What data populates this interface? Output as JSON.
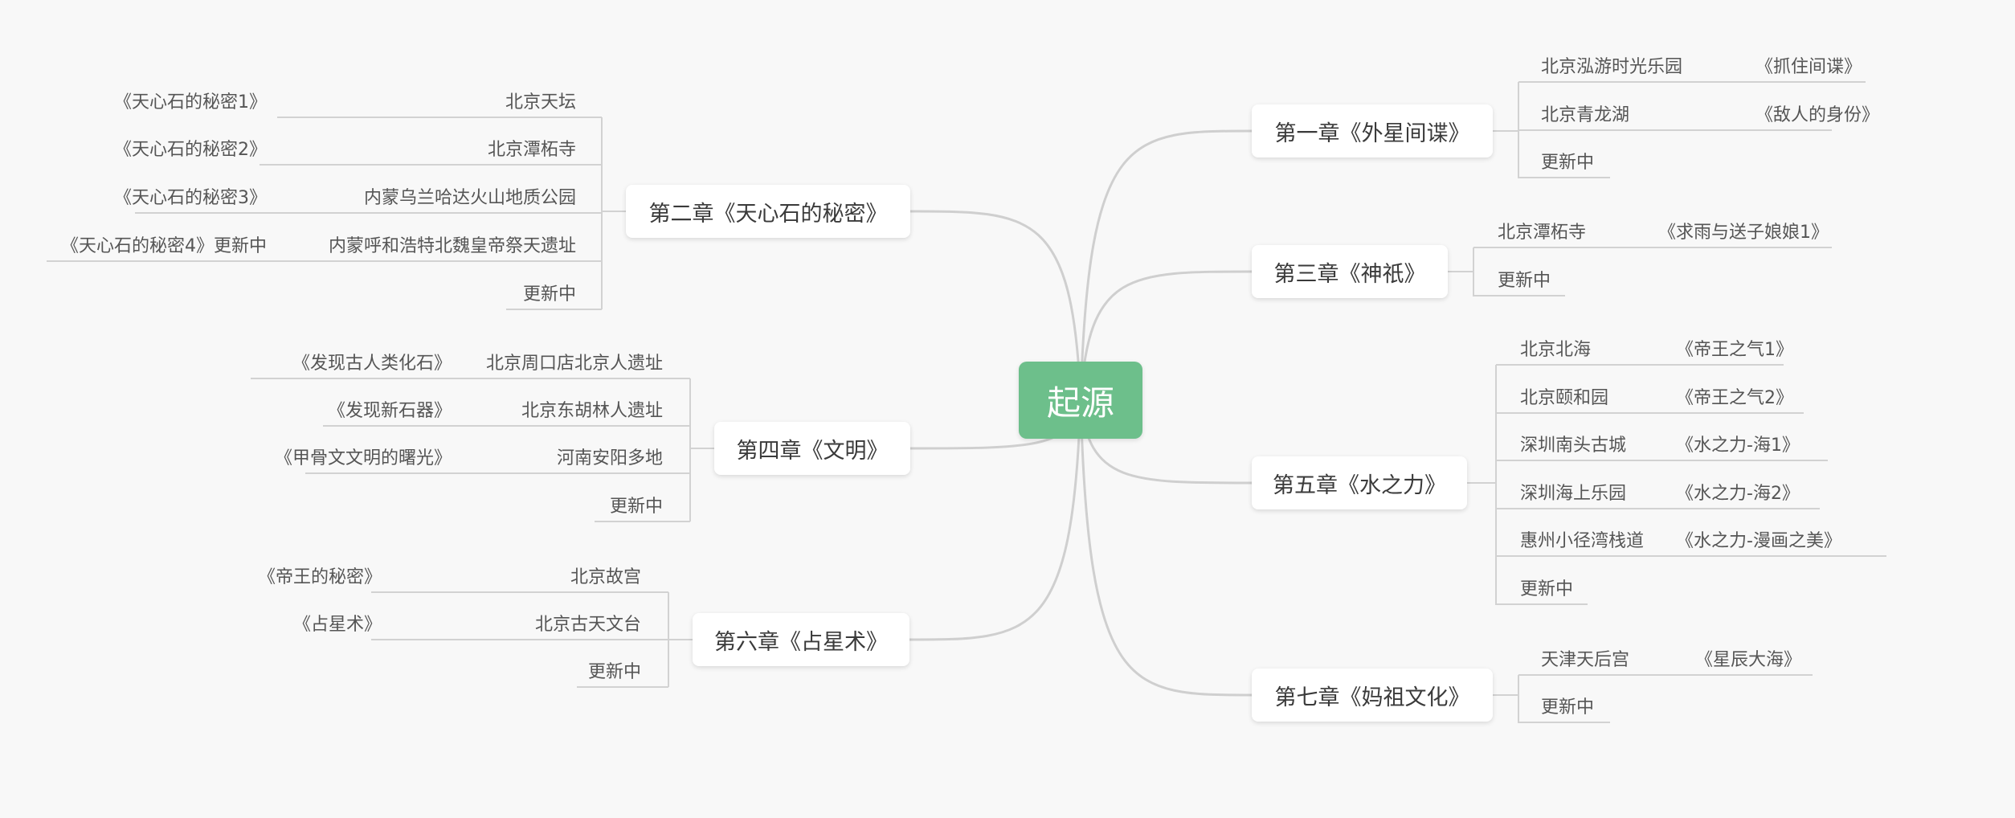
{
  "root": {
    "label": "起源"
  },
  "chapters": [
    {
      "title": "第一章《外星间谍》",
      "items": [
        {
          "place": "北京泓游时光乐园",
          "episode": "《抓住间谍》"
        },
        {
          "place": "北京青龙湖",
          "episode": "《敌人的身份》"
        },
        {
          "place": "更新中",
          "episode": ""
        }
      ]
    },
    {
      "title": "第二章《天心石的秘密》",
      "items": [
        {
          "place": "北京天坛",
          "episode": "《天心石的秘密1》"
        },
        {
          "place": "北京潭柘寺",
          "episode": "《天心石的秘密2》"
        },
        {
          "place": "内蒙乌兰哈达火山地质公园",
          "episode": "《天心石的秘密3》"
        },
        {
          "place": "内蒙呼和浩特北魏皇帝祭天遗址",
          "episode": "《天心石的秘密4》更新中"
        },
        {
          "place": "更新中",
          "episode": ""
        }
      ]
    },
    {
      "title": "第三章《神祇》",
      "items": [
        {
          "place": "北京潭柘寺",
          "episode": "《求雨与送子娘娘1》"
        },
        {
          "place": "更新中",
          "episode": ""
        }
      ]
    },
    {
      "title": "第四章《文明》",
      "items": [
        {
          "place": "北京周口店北京人遗址",
          "episode": "《发现古人类化石》"
        },
        {
          "place": "北京东胡林人遗址",
          "episode": "《发现新石器》"
        },
        {
          "place": "河南安阳多地",
          "episode": "《甲骨文文明的曙光》"
        },
        {
          "place": "更新中",
          "episode": ""
        }
      ]
    },
    {
      "title": "第五章《水之力》",
      "items": [
        {
          "place": "北京北海",
          "episode": "《帝王之气1》"
        },
        {
          "place": "北京颐和园",
          "episode": "《帝王之气2》"
        },
        {
          "place": "深圳南头古城",
          "episode": "《水之力-海1》"
        },
        {
          "place": "深圳海上乐园",
          "episode": "《水之力-海2》"
        },
        {
          "place": "惠州小径湾栈道",
          "episode": "《水之力-漫画之美》"
        },
        {
          "place": "更新中",
          "episode": ""
        }
      ]
    },
    {
      "title": "第六章《占星术》",
      "items": [
        {
          "place": "北京故宫",
          "episode": "《帝王的秘密》"
        },
        {
          "place": "北京古天文台",
          "episode": "《占星术》"
        },
        {
          "place": "更新中",
          "episode": ""
        }
      ]
    },
    {
      "title": "第七章《妈祖文化》",
      "items": [
        {
          "place": "天津天后宫",
          "episode": "《星辰大海》"
        },
        {
          "place": "更新中",
          "episode": ""
        }
      ]
    }
  ],
  "colors": {
    "root": "#6dbf8b",
    "background": "#f8f8f8",
    "connector": "#cfcfcf"
  }
}
